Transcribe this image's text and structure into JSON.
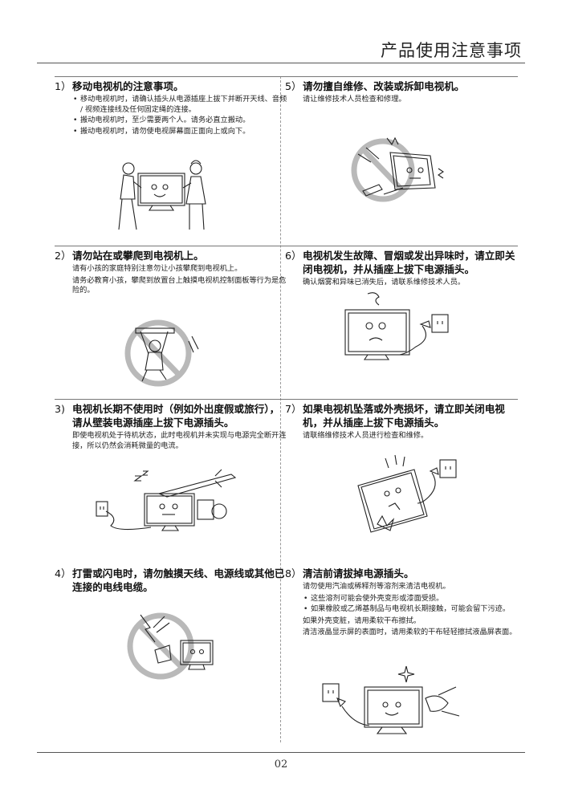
{
  "header": {
    "title": "产品使用注意事项"
  },
  "footer": {
    "page_number": "02"
  },
  "sections": [
    {
      "num": "1）",
      "heading": "移动电视机的注意事项。",
      "paragraphs": [],
      "bullets": [
        "移动电视机时，请确认插头从电源插座上拔下并断开天线、音频 / 视频连接线及任何固定绳的连接。",
        "搬动电视机时，至少需要两个人。请务必直立搬动。",
        "搬动电视机时，请勿使电视屏幕面正面向上或向下。"
      ]
    },
    {
      "num": "2）",
      "heading": "请勿站在或攀爬到电视机上。",
      "paragraphs": [
        "请有小孩的家庭特别注意勿让小孩攀爬到电视机上。",
        "请务必教育小孩，攀爬到放置台上触摸电视机控制面板等行为是危险的。"
      ],
      "bullets": []
    },
    {
      "num": "3)",
      "heading": "电视机长期不使用时（例如外出度假或旅行），请从壁装电源插座上拔下电源插头。",
      "paragraphs": [
        "即使电视机处于待机状态，此时电视机并未实现与电源完全断开连接，所以仍然会消耗微量的电流。"
      ],
      "bullets": []
    },
    {
      "num": "4）",
      "heading": "打雷或闪电时，请勿触摸天线、电源线或其他已连接的电线电缆。",
      "paragraphs": [],
      "bullets": []
    },
    {
      "num": "5）",
      "heading": "请勿擅自维修、改装或拆卸电视机。",
      "paragraphs": [
        "请让维修技术人员检查和修理。"
      ],
      "bullets": []
    },
    {
      "num": "6）",
      "heading": "电视机发生故障、冒烟或发出异味时，请立即关闭电视机，并从插座上拔下电源插头。",
      "paragraphs": [
        "确认烟雾和异味已消失后，请联系维修技术人员。"
      ],
      "bullets": []
    },
    {
      "num": "7）",
      "heading": "如果电视机坠落或外壳损坏，请立即关闭电视机，并从插座上拔下电源插头。",
      "paragraphs": [
        "请联络维修技术人员进行检查和维修。"
      ],
      "bullets": []
    },
    {
      "num": "8）",
      "heading": "清洁前请拔掉电源插头。",
      "paragraphs": [
        "请勿使用汽油或稀释剂等溶剂来清洁电视机。"
      ],
      "bullets": [
        "这些溶剂可能会使外壳变形或漆面受损。",
        "如果橡胶或乙烯基制品与电视机长期接触，可能会留下污迹。"
      ],
      "after": [
        "如果外壳变脏，请用柔软干布擦拭。",
        "清洁液晶显示屏的表面时，请用柔软的干布轻轻擦拭液晶屏表面。"
      ]
    }
  ],
  "colors": {
    "prohibit_circle": "#b9b9b9",
    "line": "#222222"
  }
}
